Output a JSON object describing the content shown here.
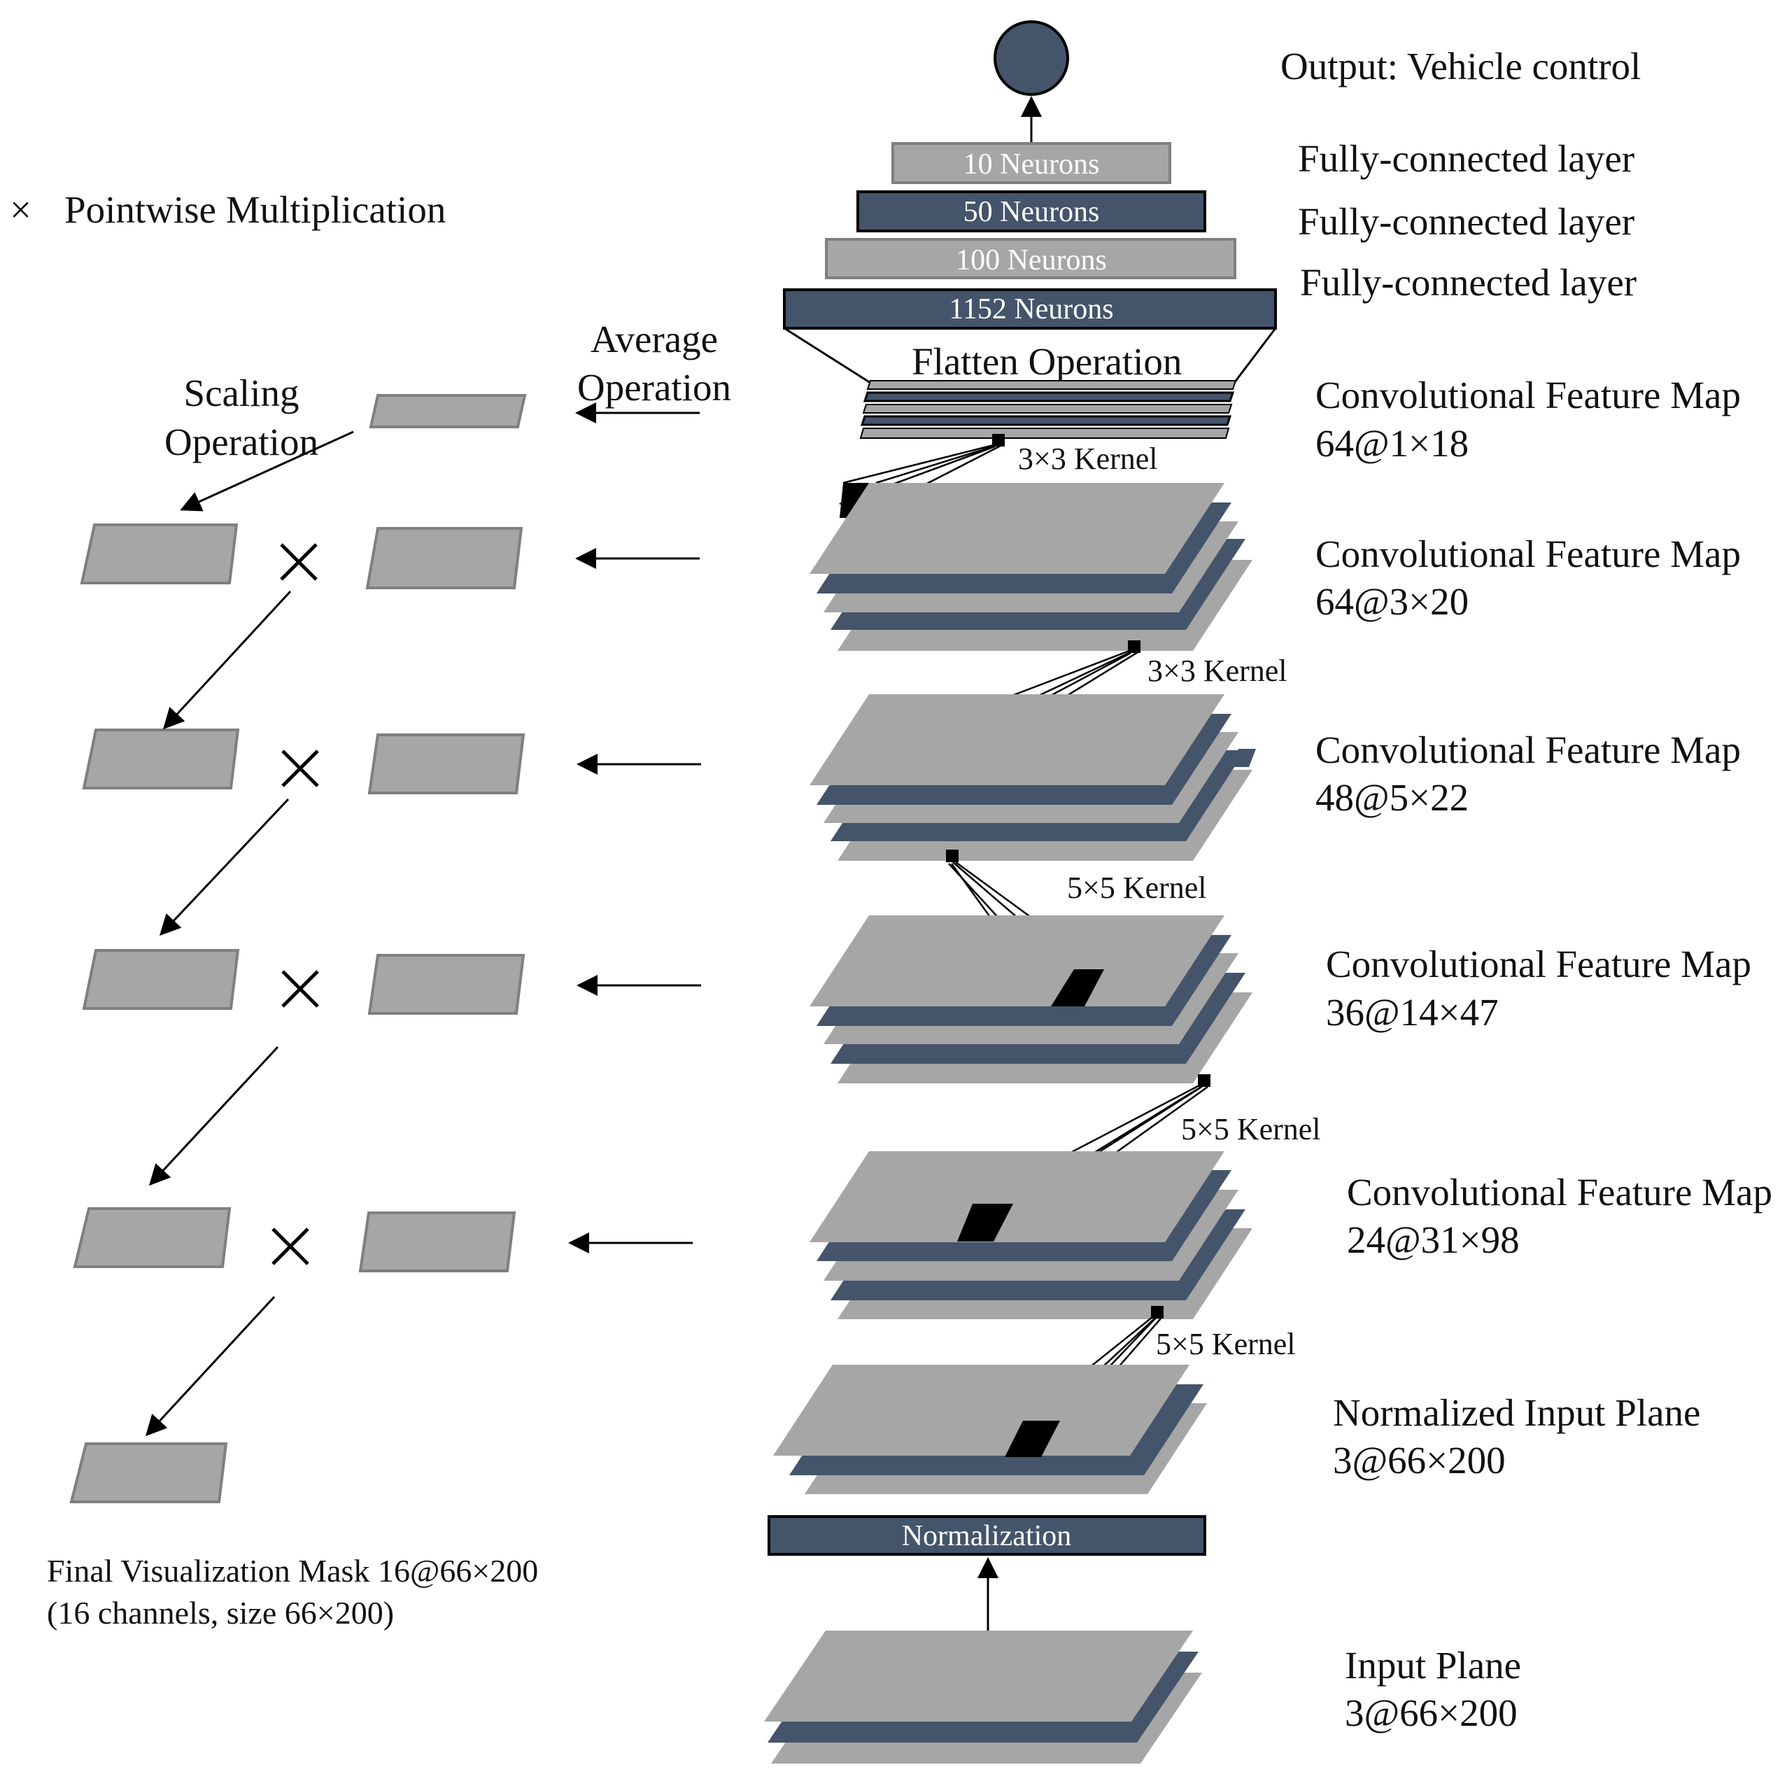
{
  "colors": {
    "light_gray": "#a6a6a6",
    "dark_blue": "#44546a",
    "outline": "#7f7f7f",
    "black": "#000000"
  },
  "output_label": "Output: Vehicle control",
  "fc_layers": [
    {
      "neurons": "10 Neurons",
      "label": "Fully-connected layer",
      "style": "light"
    },
    {
      "neurons": "50 Neurons",
      "label": "Fully-connected layer",
      "style": "dark"
    },
    {
      "neurons": "100 Neurons",
      "label": "Fully-connected layer",
      "style": "light"
    },
    {
      "neurons": "1152 Neurons",
      "label": "",
      "style": "dark"
    }
  ],
  "flatten_label": "Flatten Operation",
  "feature_maps": [
    {
      "title": "Convolutional Feature Map",
      "dims": "64@1×18"
    },
    {
      "title": "Convolutional Feature Map",
      "dims": "64@3×20"
    },
    {
      "title": "Convolutional Feature Map",
      "dims": "48@5×22"
    },
    {
      "title": "Convolutional Feature Map",
      "dims": "36@14×47"
    },
    {
      "title": "Convolutional Feature Map",
      "dims": "24@31×98"
    },
    {
      "title": "Normalized Input Plane",
      "dims": "3@66×200"
    }
  ],
  "kernels": [
    "3×3 Kernel",
    "3×3 Kernel",
    "5×5 Kernel",
    "5×5 Kernel",
    "5×5 Kernel"
  ],
  "normalization_label": "Normalization",
  "input_plane": {
    "title": "Input Plane",
    "dims": "3@66×200"
  },
  "legend": {
    "symbol": "×",
    "text": "Pointwise Multiplication"
  },
  "average_operation": [
    "Average",
    "Operation"
  ],
  "scaling_operation": [
    "Scaling",
    "Operation"
  ],
  "final_mask": [
    "Final Visualization Mask 16@66×200",
    "(16 channels, size 66×200)"
  ]
}
